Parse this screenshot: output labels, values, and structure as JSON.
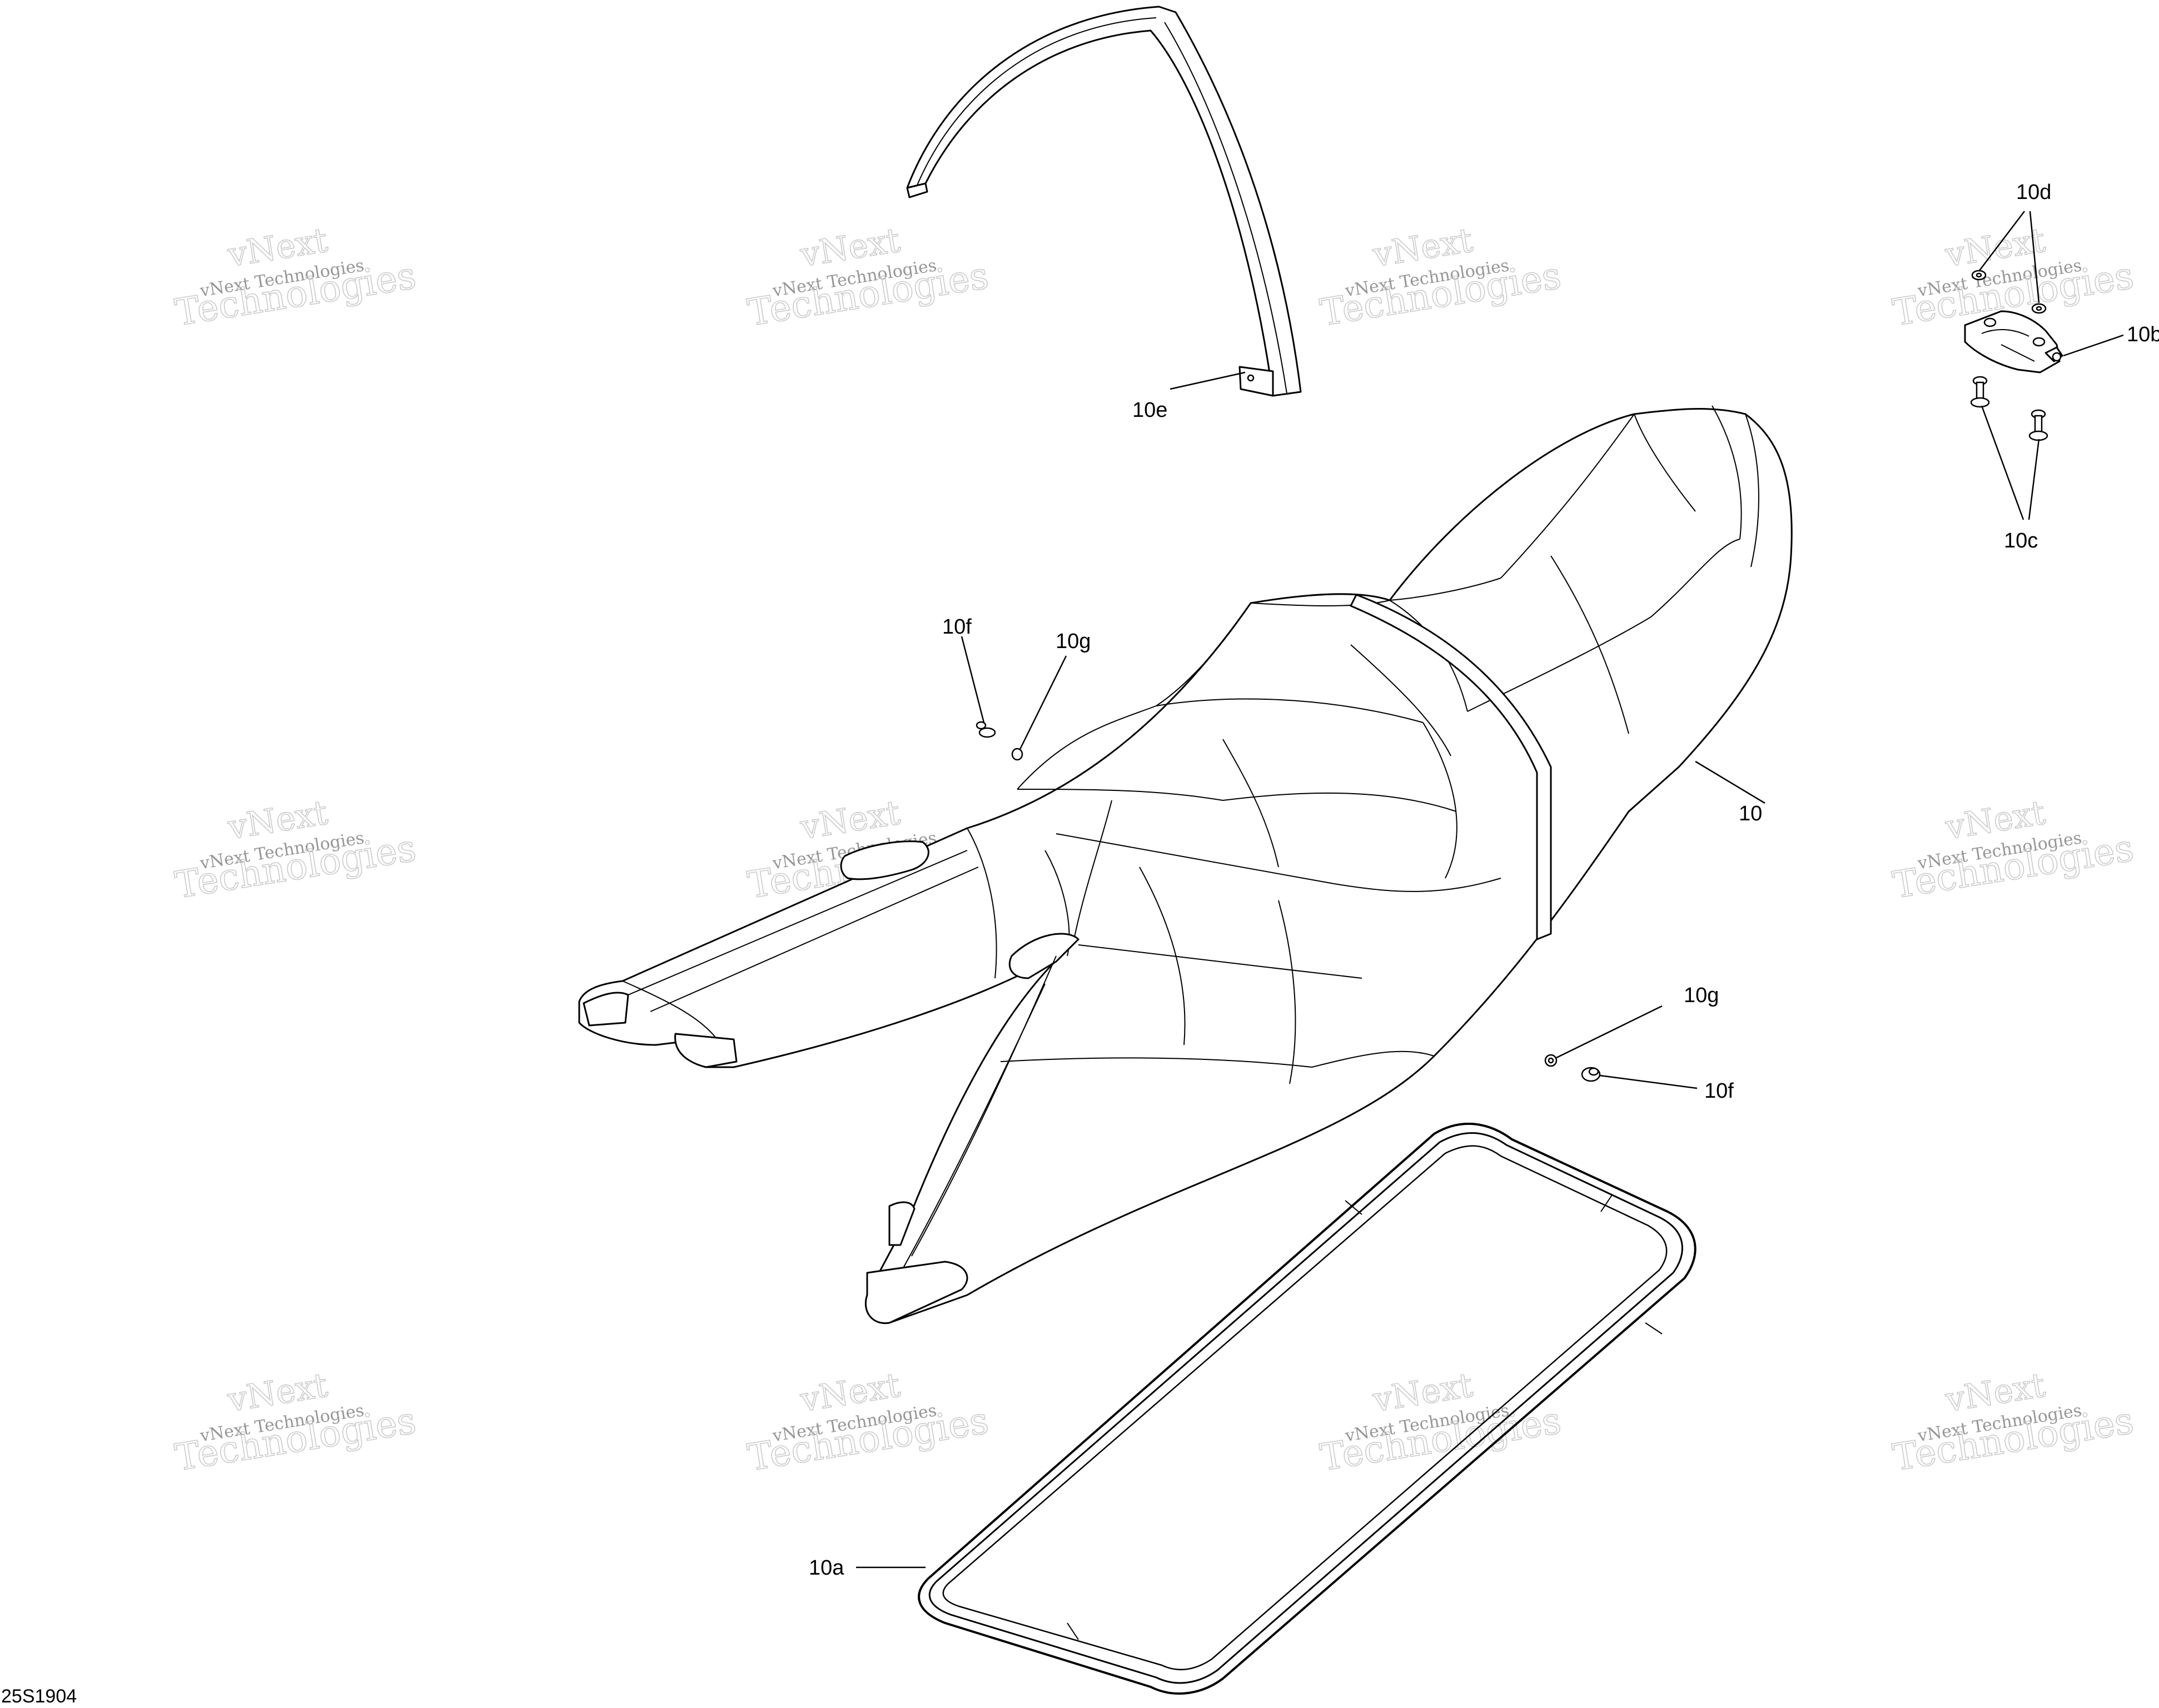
{
  "drawing_id": "25S1904",
  "colors": {
    "line": "#000000",
    "watermark": "#c4c4c4",
    "background": "#ffffff"
  },
  "watermark": {
    "line1": "vNext",
    "line2": "vNext Technologies",
    "line3": "Technologies"
  },
  "callouts": [
    {
      "id": "10",
      "label": "10"
    },
    {
      "id": "10a",
      "label": "10a"
    },
    {
      "id": "10b",
      "label": "10b"
    },
    {
      "id": "10c",
      "label": "10c"
    },
    {
      "id": "10d",
      "label": "10d"
    },
    {
      "id": "10e",
      "label": "10e"
    },
    {
      "id": "10f-upper",
      "label": "10f"
    },
    {
      "id": "10g-upper",
      "label": "10g"
    },
    {
      "id": "10g-lower",
      "label": "10g"
    },
    {
      "id": "10f-lower",
      "label": "10f"
    }
  ]
}
